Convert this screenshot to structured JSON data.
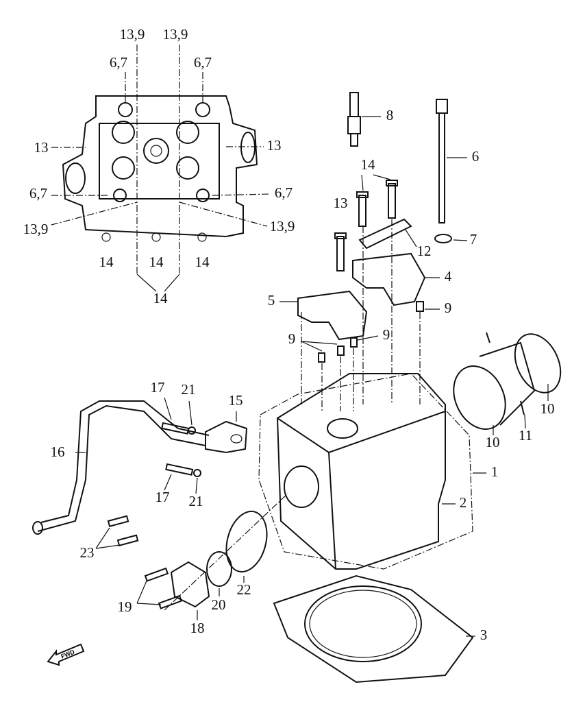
{
  "diagram": {
    "title": "Cylinder head exploded parts diagram",
    "fwd_logo": "FWD",
    "labels": {
      "top_13_9_a": "13,9",
      "top_13_9_b": "13,9",
      "top_6_7_a": "6,7",
      "top_6_7_b": "6,7",
      "top_13_left": "13",
      "top_13_right": "13",
      "top_6_7_left": "6,7",
      "top_6_7_right": "6,7",
      "top_13_9_left": "13,9",
      "top_13_9_right": "13,9",
      "top_14_a": "14",
      "top_14_b": "14",
      "top_14_c": "14",
      "top_14_group": "14",
      "p8": "8",
      "p6": "6",
      "p14": "14",
      "p13": "13",
      "p7": "7",
      "p12": "12",
      "p4": "4",
      "p5": "5",
      "p9_right": "9",
      "p9_left": "9",
      "p9_mid": "9",
      "p17_top": "17",
      "p21_top": "21",
      "p15": "15",
      "p16": "16",
      "p10_left": "10",
      "p11": "11",
      "p10_right": "10",
      "p1": "1",
      "p2": "2",
      "p17_bottom": "17",
      "p21_bottom": "21",
      "p23": "23",
      "p22": "22",
      "p20": "20",
      "p19": "19",
      "p18": "18",
      "p3": "3"
    }
  }
}
